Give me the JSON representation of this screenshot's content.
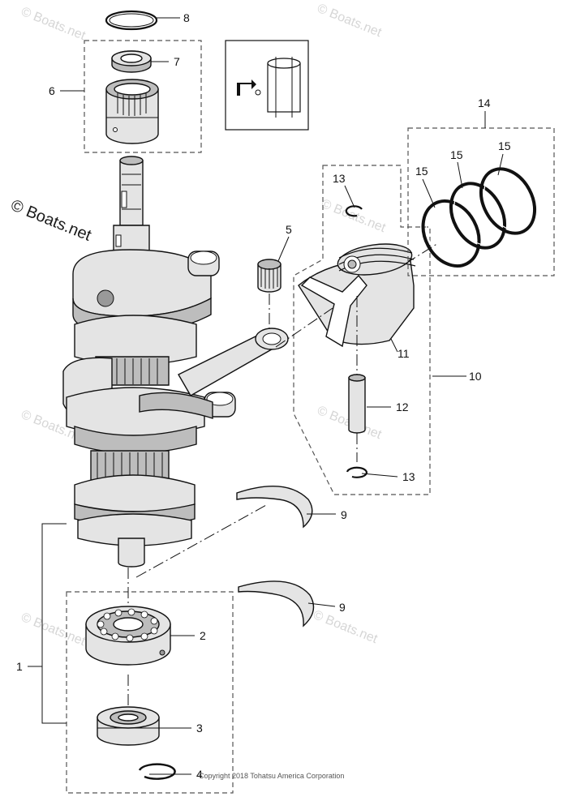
{
  "watermarks": {
    "primary": "© Boats.net",
    "faint": "© Boats.net"
  },
  "copyright": "Copyright 2018 Tohatsu America Corporation",
  "callouts": [
    {
      "id": "c1",
      "text": "1"
    },
    {
      "id": "c2",
      "text": "2"
    },
    {
      "id": "c3",
      "text": "3"
    },
    {
      "id": "c4",
      "text": "4"
    },
    {
      "id": "c5",
      "text": "5"
    },
    {
      "id": "c6",
      "text": "6"
    },
    {
      "id": "c7",
      "text": "7"
    },
    {
      "id": "c8",
      "text": "8"
    },
    {
      "id": "c9a",
      "text": "9"
    },
    {
      "id": "c9b",
      "text": "9"
    },
    {
      "id": "c10",
      "text": "10"
    },
    {
      "id": "c11",
      "text": "11"
    },
    {
      "id": "c12",
      "text": "12"
    },
    {
      "id": "c13a",
      "text": "13"
    },
    {
      "id": "c13b",
      "text": "13"
    },
    {
      "id": "c14",
      "text": "14"
    },
    {
      "id": "c15a",
      "text": "15"
    },
    {
      "id": "c15b",
      "text": "15"
    },
    {
      "id": "c15c",
      "text": "15"
    }
  ]
}
